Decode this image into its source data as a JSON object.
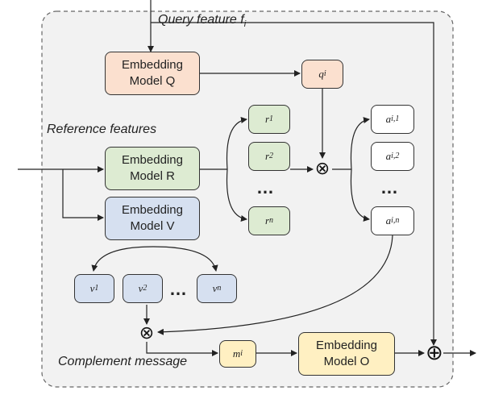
{
  "labels": {
    "query_feature": "Query feature f",
    "query_feature_sub": "i",
    "reference_features": "Reference features",
    "complement_message": "Complement message"
  },
  "boxes": {
    "embedding_q": [
      "Embedding",
      "Model Q"
    ],
    "embedding_r": [
      "Embedding",
      "Model R"
    ],
    "embedding_v": [
      "Embedding",
      "Model V"
    ],
    "embedding_o": [
      "Embedding",
      "Model O"
    ]
  },
  "nodes": {
    "q": {
      "base": "q",
      "sub": "i"
    },
    "r1": {
      "base": "r",
      "sub": "1"
    },
    "r2": {
      "base": "r",
      "sub": "2"
    },
    "rn": {
      "base": "r",
      "sub": "n"
    },
    "a1": {
      "base": "a",
      "sub": "i,1"
    },
    "a2": {
      "base": "a",
      "sub": "i,2"
    },
    "an": {
      "base": "a",
      "sub": "i,n"
    },
    "v1": {
      "base": "v",
      "sub": "1"
    },
    "v2": {
      "base": "v",
      "sub": "2"
    },
    "vn": {
      "base": "v",
      "sub": "n"
    },
    "m": {
      "base": "m",
      "sub": "i"
    }
  },
  "ellipsis": "…",
  "operators": {
    "multiply": "⊗",
    "add": "⊕"
  },
  "colors": {
    "q_fill": "#fbe0cf",
    "r_fill": "#ddebd2",
    "v_fill": "#d6e0f0",
    "o_fill": "#fff0c2"
  }
}
